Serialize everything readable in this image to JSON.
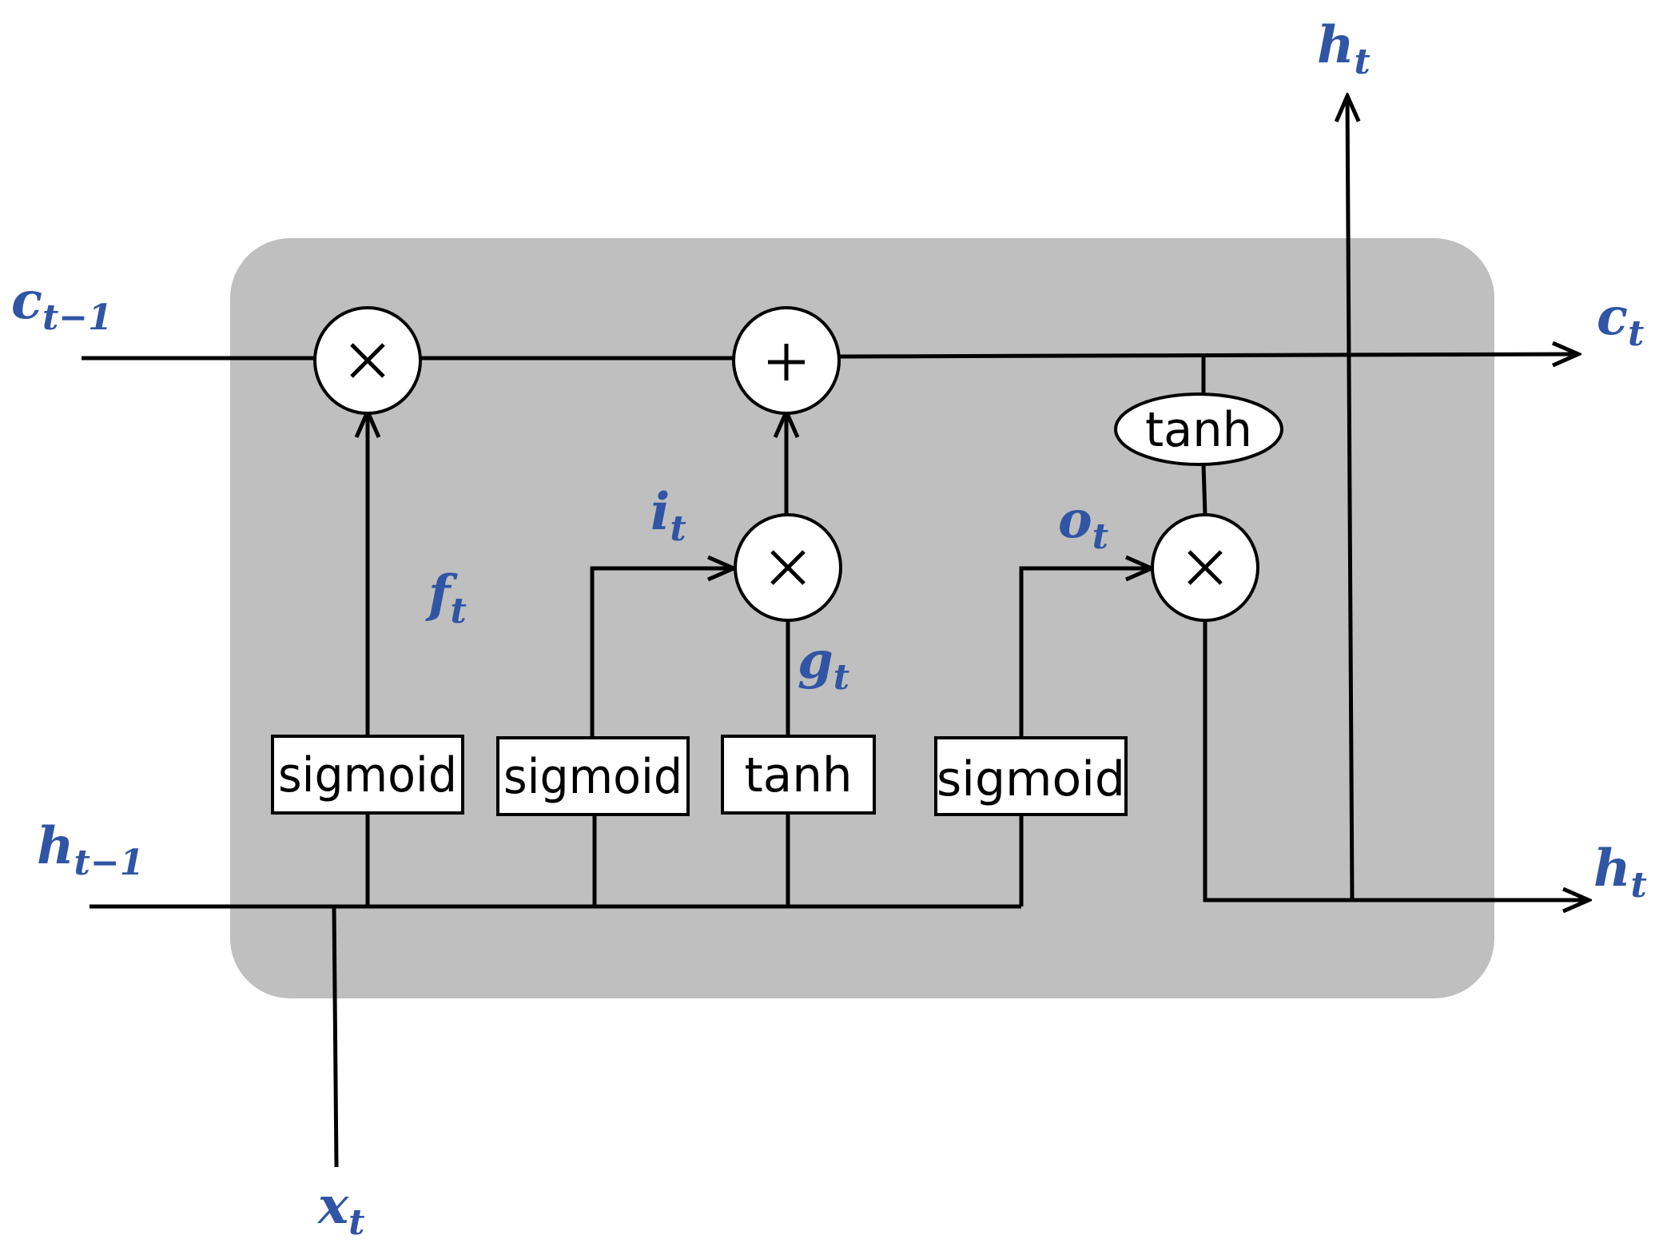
{
  "colors": {
    "cell_background": "#bfbfbf",
    "line": "#000000",
    "variable_text": "#2f55a4",
    "box_fill": "#ffffff"
  },
  "operators": {
    "forget_multiply": "multiply-icon",
    "cell_add": "plus-icon",
    "input_multiply": "multiply-icon",
    "output_multiply": "multiply-icon"
  },
  "gates": {
    "forget": "sigmoid",
    "input": "sigmoid",
    "candidate": "tanh",
    "output": "sigmoid",
    "cell_activation": "tanh"
  },
  "labels": {
    "c_prev": {
      "main": "c",
      "sub": "t−1"
    },
    "c_next": {
      "main": "c",
      "sub": "t"
    },
    "h_prev": {
      "main": "h",
      "sub": "t−1"
    },
    "h_next": {
      "main": "h",
      "sub": "t"
    },
    "h_up": {
      "main": "h",
      "sub": "t"
    },
    "x": {
      "main": "x",
      "sub": "t"
    },
    "f": {
      "main": "f",
      "sub": "t"
    },
    "i": {
      "main": "i",
      "sub": "t"
    },
    "g": {
      "main": "g",
      "sub": "t"
    },
    "o": {
      "main": "o",
      "sub": "t"
    }
  }
}
